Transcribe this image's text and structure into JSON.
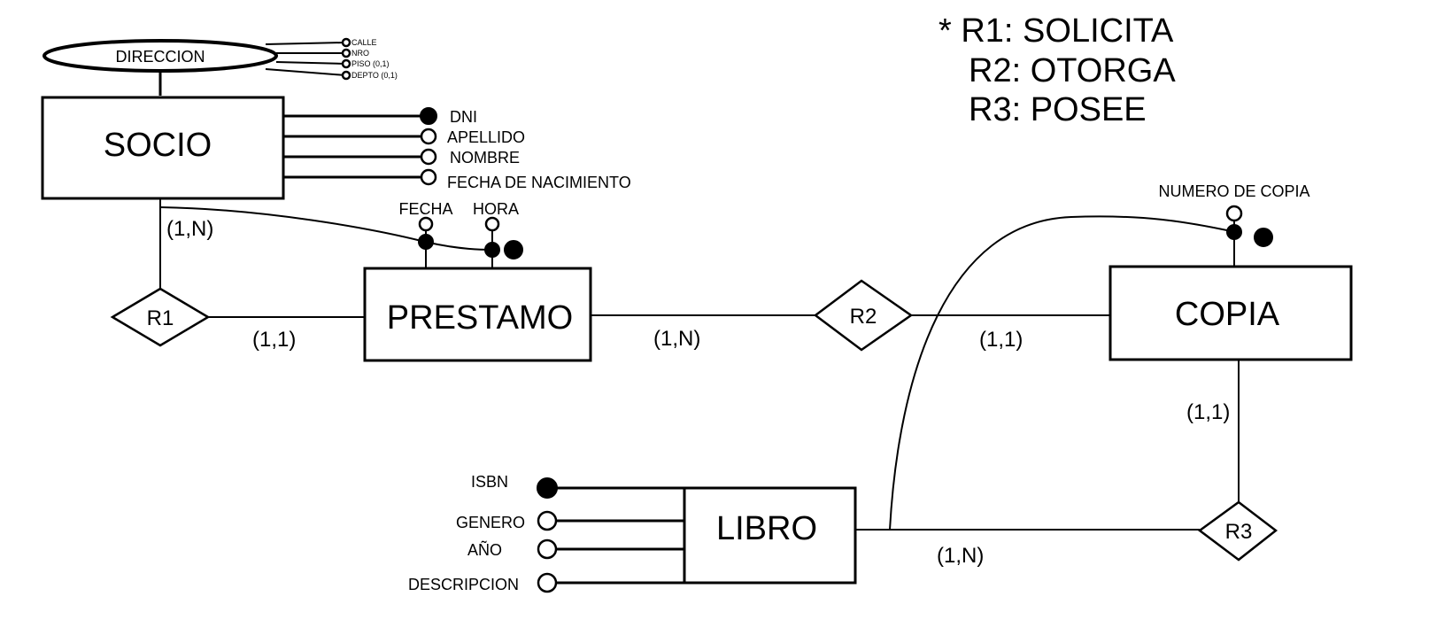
{
  "legend": {
    "line1": "* R1: SOLICITA",
    "line2": "R2: OTORGA",
    "line3": "R3: POSEE"
  },
  "entities": {
    "socio": "SOCIO",
    "prestamo": "PRESTAMO",
    "copia": "COPIA",
    "libro": "LIBRO"
  },
  "composite": {
    "direccion": "DIRECCION",
    "calle": "CALLE",
    "nro": "NRO",
    "piso": "PISO (0,1)",
    "depto": "DEPTO (0,1)"
  },
  "relations": {
    "r1": "R1",
    "r2": "R2",
    "r3": "R3"
  },
  "attributes": {
    "dni": "DNI",
    "apellido": "APELLIDO",
    "nombre": "NOMBRE",
    "fecha_nacimiento": "FECHA DE NACIMIENTO",
    "fecha": "FECHA",
    "hora": "HORA",
    "numero_copia": "NUMERO DE COPIA",
    "isbn": "ISBN",
    "genero": "GENERO",
    "anio": "AÑO",
    "descripcion": "DESCRIPCION"
  },
  "cardinalities": {
    "socio_r1": "(1,N)",
    "r1_prestamo": "(1,1)",
    "prestamo_r2": "(1,N)",
    "r2_copia": "(1,1)",
    "copia_r3": "(1,1)",
    "libro_r3": "(1,N)"
  }
}
